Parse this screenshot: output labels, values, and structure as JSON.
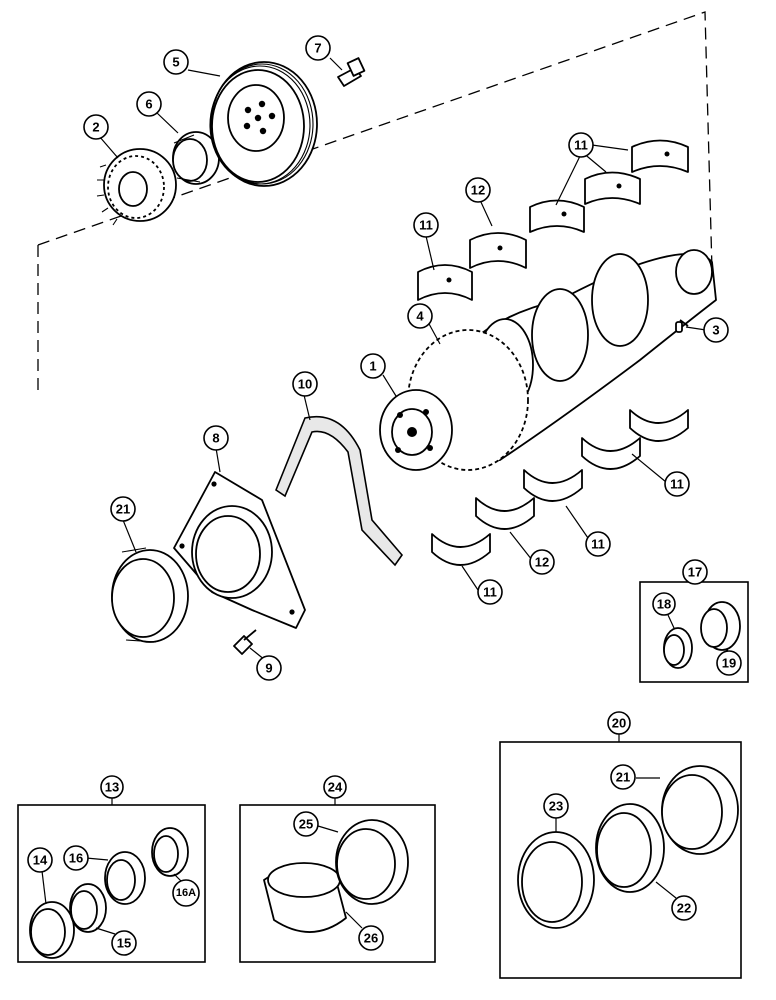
{
  "callouts": {
    "c2": "2",
    "c3": "3",
    "c4": "4",
    "c5": "5",
    "c6": "6",
    "c7": "7",
    "c8": "8",
    "c9": "9",
    "c10": "10",
    "c11a": "11",
    "c11b": "11",
    "c11c": "11",
    "c11d": "11",
    "c11e": "11",
    "c11f": "11",
    "c12a": "12",
    "c12b": "12",
    "c1": "1",
    "c13": "13",
    "c14": "14",
    "c15": "15",
    "c16": "16",
    "c16a": "16A",
    "c17": "17",
    "c18": "18",
    "c19": "19",
    "c20": "20",
    "c21a": "21",
    "c21b": "21",
    "c22": "22",
    "c23": "23",
    "c24": "24",
    "c25": "25",
    "c26": "26"
  }
}
